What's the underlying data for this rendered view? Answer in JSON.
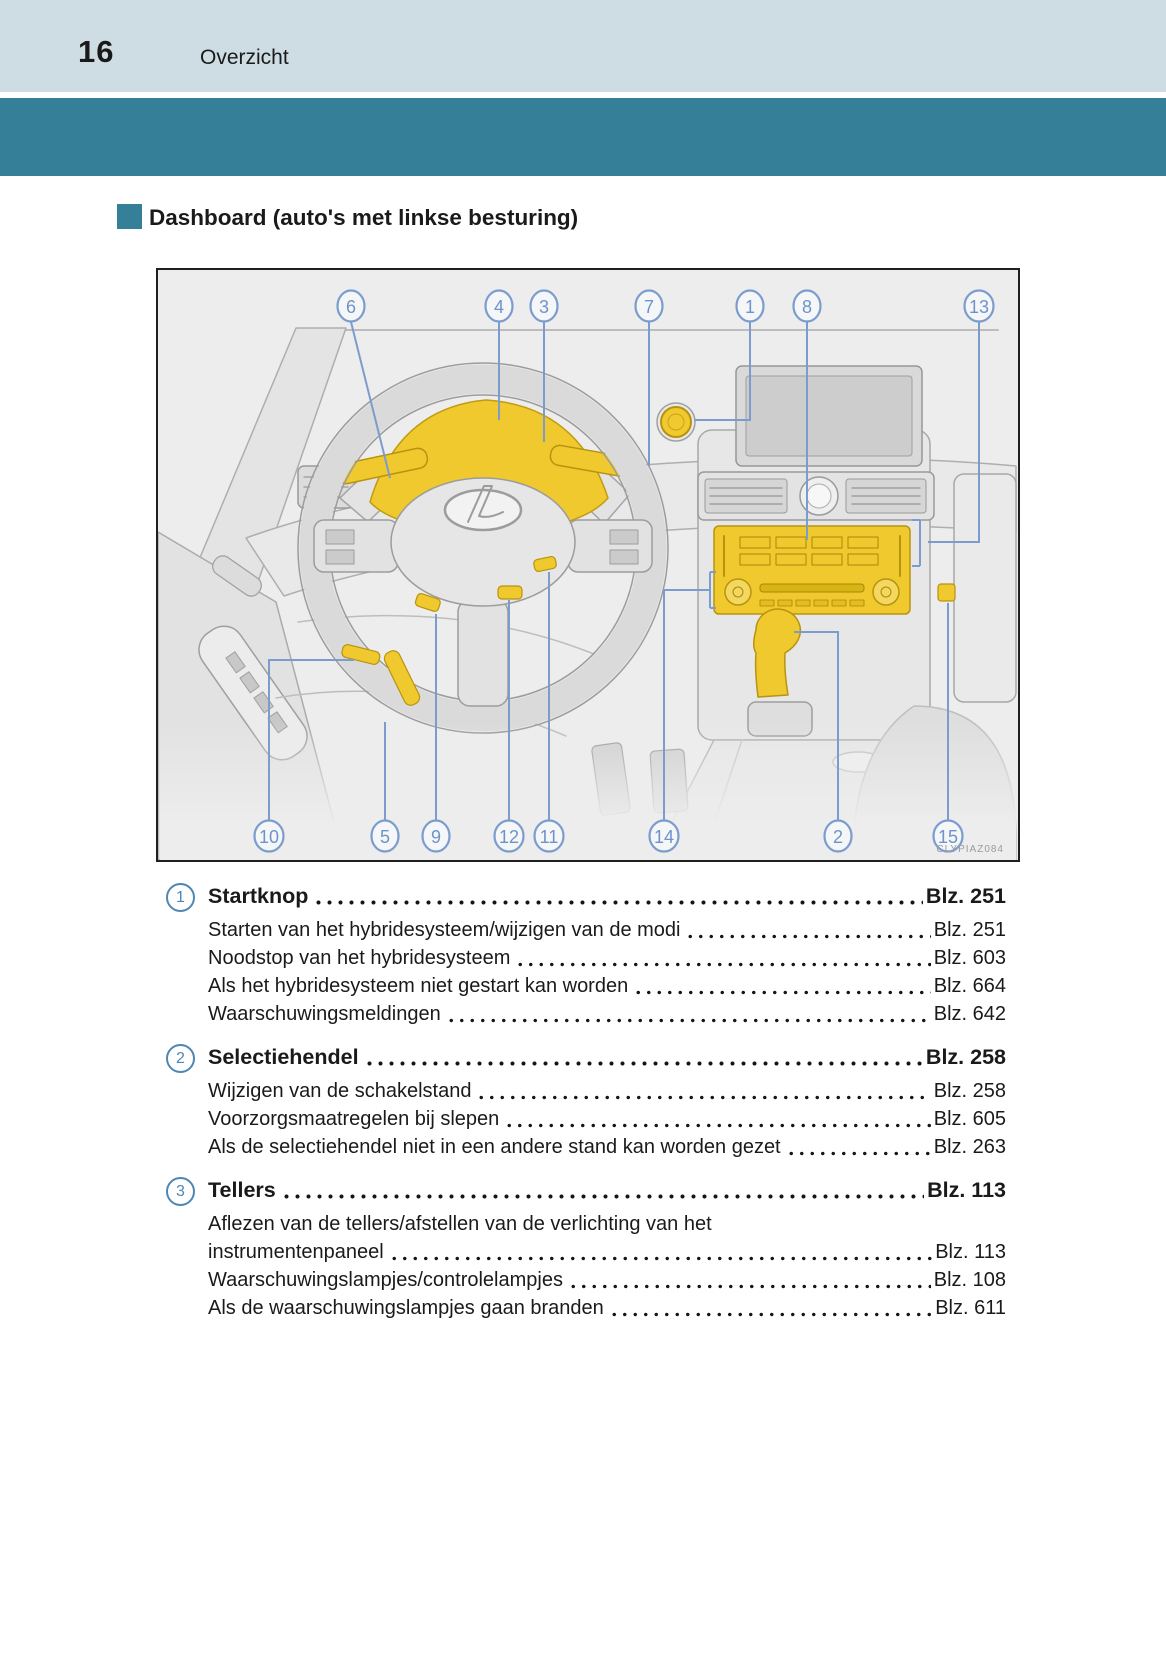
{
  "header": {
    "page_number": "16",
    "section_title": "Overzicht"
  },
  "section": {
    "title": "Dashboard (auto's met linkse besturing)"
  },
  "diagram": {
    "image_code": "CLYPIAZ084",
    "callouts_top": [
      "6",
      "4",
      "3",
      "7",
      "1",
      "8",
      "13"
    ],
    "callouts_bottom": [
      "10",
      "5",
      "9",
      "12",
      "11",
      "14",
      "2",
      "15"
    ],
    "colors": {
      "highlight_yellow": "#f0c92e",
      "callout_blue": "#7b9ccd",
      "teal": "#367f98"
    }
  },
  "toc": {
    "items": [
      {
        "num": "1",
        "title": "Startknop",
        "page": "Blz. 251",
        "subs": [
          {
            "label": "Starten van het hybridesysteem/wijzigen van de modi",
            "page": "Blz. 251"
          },
          {
            "label": "Noodstop van het hybridesysteem",
            "page": "Blz. 603"
          },
          {
            "label": "Als het hybridesysteem niet gestart kan worden",
            "page": "Blz. 664"
          },
          {
            "label": "Waarschuwingsmeldingen",
            "page": "Blz. 642"
          }
        ]
      },
      {
        "num": "2",
        "title": "Selectiehendel",
        "page": "Blz. 258",
        "subs": [
          {
            "label": "Wijzigen van de schakelstand",
            "page": "Blz. 258"
          },
          {
            "label": "Voorzorgsmaatregelen bij slepen",
            "page": "Blz. 605"
          },
          {
            "label": "Als de selectiehendel niet in een andere stand kan worden gezet",
            "page": "Blz. 263"
          }
        ]
      },
      {
        "num": "3",
        "title": "Tellers",
        "page": "Blz. 113",
        "subs": [
          {
            "label_line1": "Aflezen van de tellers/afstellen van de verlichting van het",
            "label": "instrumentenpaneel",
            "page": "Blz. 113"
          },
          {
            "label": "Waarschuwingslampjes/controlelampjes",
            "page": "Blz. 108"
          },
          {
            "label": "Als de waarschuwingslampjes gaan branden",
            "page": "Blz. 611"
          }
        ]
      }
    ]
  }
}
